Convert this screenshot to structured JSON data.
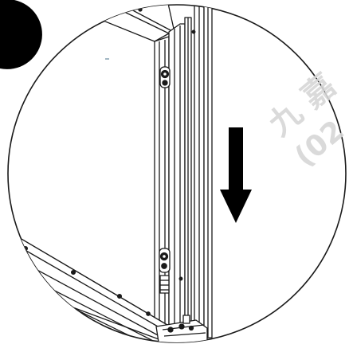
{
  "figure": {
    "step_marker": "step-marker-badge",
    "arrow": {
      "direction": "down",
      "icon": "arrow-down-icon"
    },
    "colors": {
      "line": "#1a1a1a",
      "background": "#ffffff",
      "marker": "#000000",
      "watermark": "#d7d7d7"
    }
  },
  "watermark": {
    "line1": "九 嘉",
    "line2": "(02"
  }
}
